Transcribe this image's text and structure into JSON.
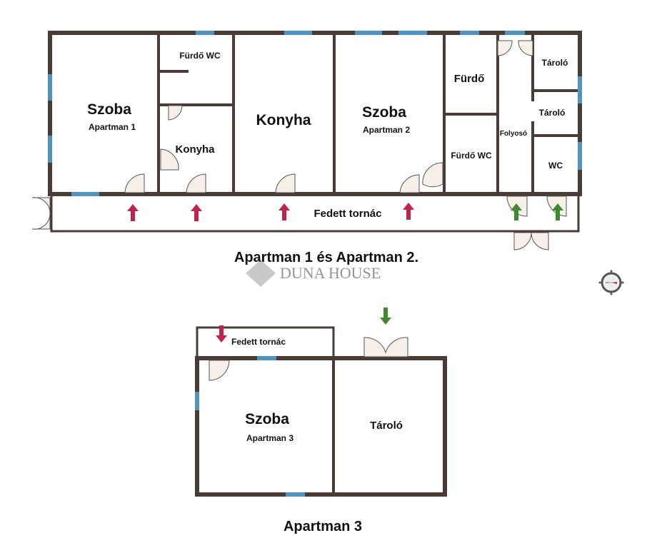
{
  "plan1": {
    "rooms": {
      "szoba1": "Szoba",
      "szoba1_sub": "Apartman 1",
      "furdo_wc1": "Fürdő WC",
      "konyha_small": "Konyha",
      "konyha": "Konyha",
      "szoba2": "Szoba",
      "szoba2_sub": "Apartman 2",
      "furdo": "Fürdő",
      "furdo_wc2": "Fürdő WC",
      "folyoso": "Folyosó",
      "tarolo1": "Tároló",
      "tarolo2": "Tároló",
      "wc": "WC",
      "porch": "Fedett tornác"
    },
    "caption": "Apartman 1 és Apartman 2."
  },
  "watermark": "DUNA HOUSE",
  "plan2": {
    "rooms": {
      "porch": "Fedett tornác",
      "szoba": "Szoba",
      "szoba_sub": "Apartman 3",
      "tarolo": "Tároló"
    },
    "caption": "Apartman 3"
  },
  "colors": {
    "wall": "#4a3b36",
    "window": "#4f93c0",
    "arrow_red": "#c0244a",
    "arrow_green": "#3f8a2c"
  }
}
